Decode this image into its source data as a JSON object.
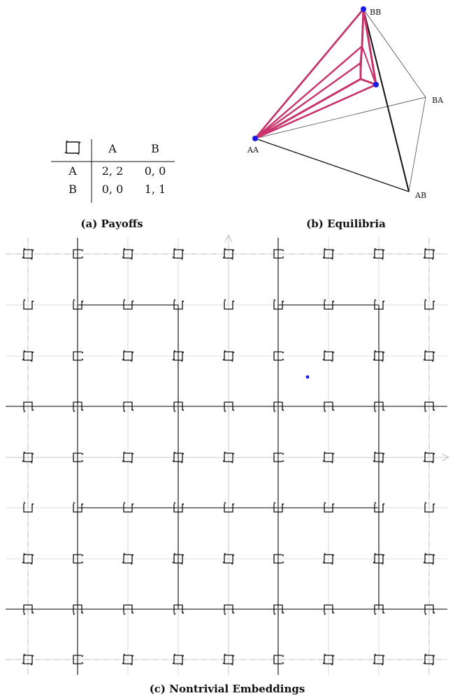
{
  "payoff_table": {
    "corner_icon": "cycle-square-icon",
    "col_headers": [
      "A",
      "B"
    ],
    "rows": [
      {
        "label": "A",
        "cells": [
          "2, 2",
          "0, 0"
        ]
      },
      {
        "label": "B",
        "cells": [
          "0, 0",
          "1, 1"
        ]
      }
    ],
    "caption": "(a) Payoffs"
  },
  "equilibria": {
    "vertices": {
      "bb": "BB",
      "ba": "BA",
      "aa": "AA",
      "ab": "AB"
    },
    "caption": "(b) Equilibria",
    "colors": {
      "paths": "#c8336b",
      "equilibrium_point": "#1a1aee",
      "edges": "#111111"
    }
  },
  "embeddings": {
    "caption": "(c) Nontrivial Embeddings",
    "grid_icon": "cycle-square-icon",
    "point_color": "#1a1aee"
  }
}
